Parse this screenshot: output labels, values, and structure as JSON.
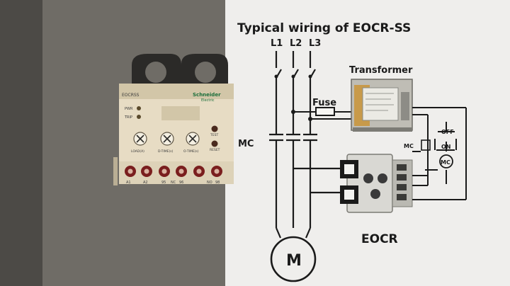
{
  "diagram": {
    "title": "Typical wiring of EOCR-SS",
    "phases": [
      "L1",
      "L2",
      "L3"
    ],
    "transformer_label": "Transformer",
    "fuse_label": "Fuse",
    "contactor_label": "MC",
    "relay_label": "EOCR",
    "motor_label": "M",
    "off_label": "OFF",
    "on_label": "ON",
    "coil_label": "MC",
    "aux_label": "MC"
  },
  "device": {
    "brand": "Schneider",
    "brand_sub": "Electric",
    "model": "EOCRSS",
    "led_pwr": "PWR",
    "led_trip": "TRIP",
    "dial_labels": [
      "LOAD(A)",
      "D-TIME(s)",
      "O-TIME(s)"
    ],
    "test_label": "TEST",
    "reset_label": "RESET",
    "terminals": [
      "A1",
      "A2",
      "95",
      "NC",
      "96",
      "NO",
      "98"
    ]
  },
  "colors": {
    "board": "#efeeec",
    "device_body": "#e7dcc4",
    "terminal_red": "#7a1e1e",
    "line": "#1a1a1a"
  }
}
